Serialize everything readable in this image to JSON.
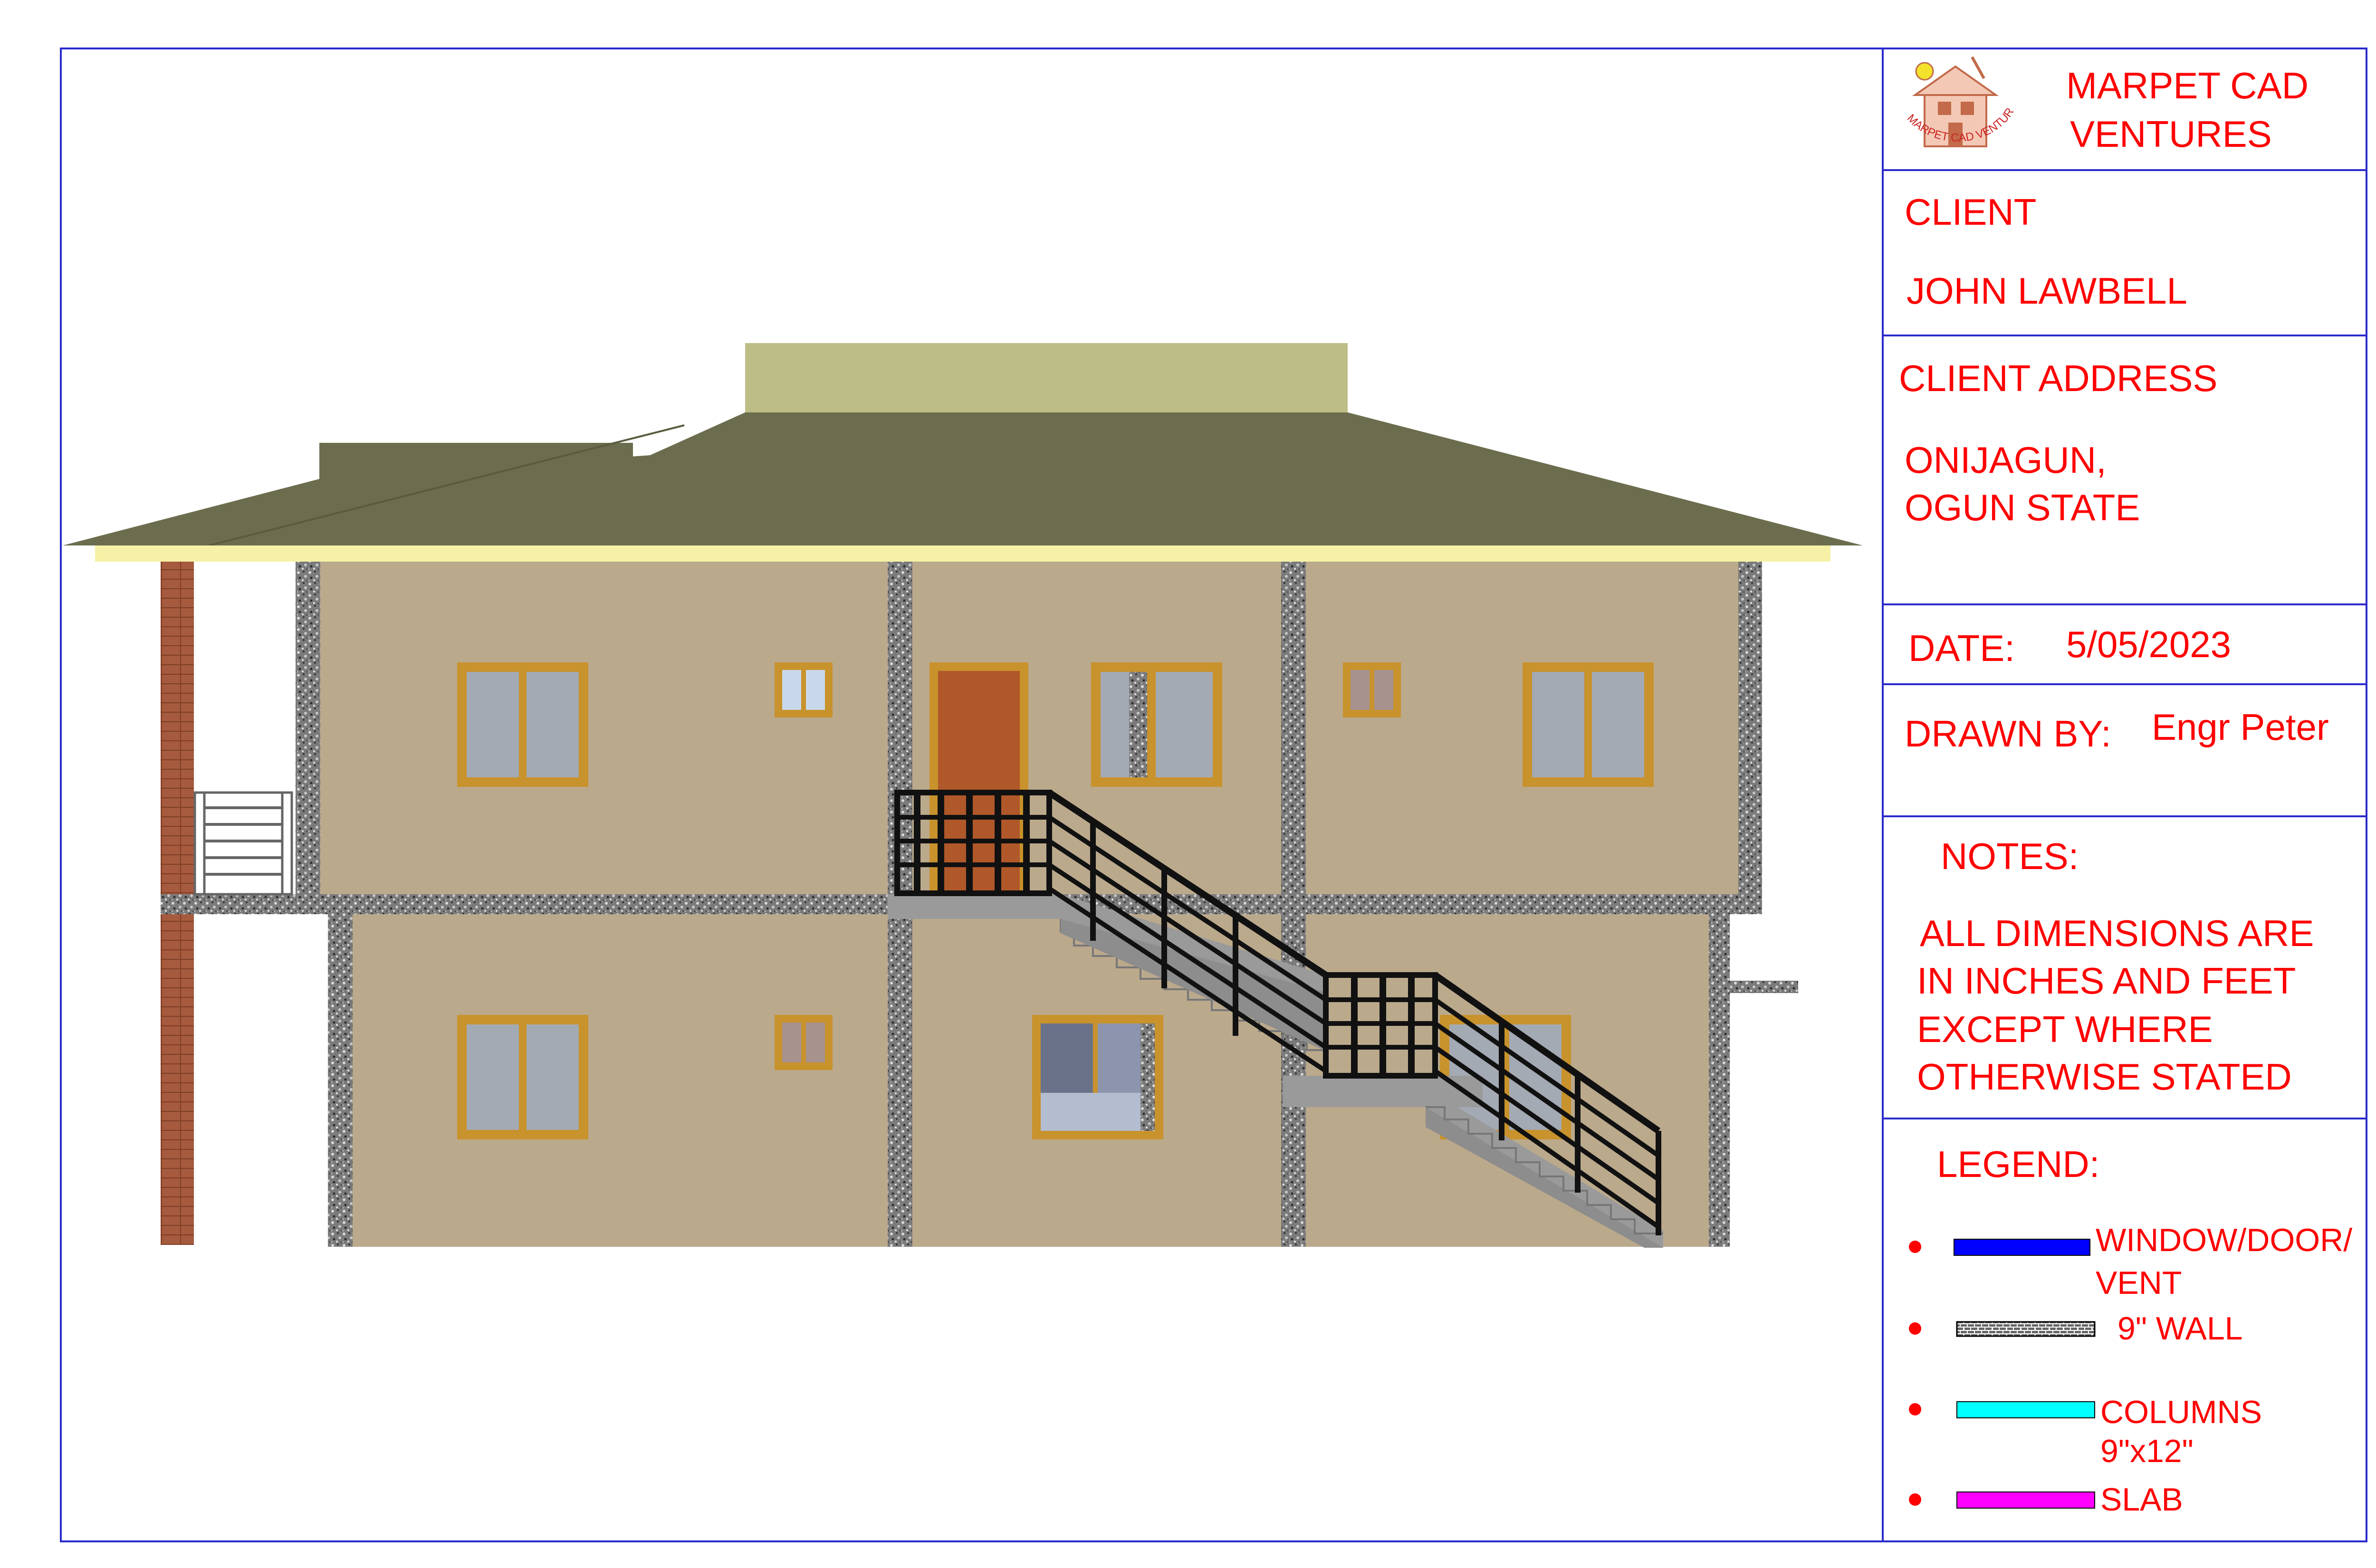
{
  "drawing": {
    "title_block": {
      "company": [
        "MARPET CAD",
        "VENTURES"
      ],
      "logo_text": "MARPET CAD VENTURES",
      "client_label": "CLIENT",
      "client_name": "JOHN LAWBELL",
      "address_label": "CLIENT ADDRESS",
      "address_lines": [
        "ONIJAGUN,",
        "OGUN STATE"
      ],
      "date_label": "DATE:",
      "date_value": "5/05/2023",
      "drawn_by_label": "DRAWN BY:",
      "drawn_by_value": "Engr Peter",
      "notes_label": "NOTES:",
      "notes_lines": [
        "ALL DIMENSIONS ARE",
        "IN INCHES AND FEET",
        "EXCEPT WHERE",
        "OTHERWISE STATED"
      ],
      "legend_label": "LEGEND:",
      "legend": [
        {
          "lines": [
            "WINDOW/DOOR/",
            "VENT"
          ],
          "swatch": "solid",
          "color": "#0000ff"
        },
        {
          "lines": [
            "9\" WALL"
          ],
          "swatch": "brick",
          "color": "#555555"
        },
        {
          "lines": [
            "COLUMNS",
            "9\"x12\""
          ],
          "swatch": "solid",
          "color": "#00ffff"
        },
        {
          "lines": [
            "SLAB"
          ],
          "swatch": "solid",
          "color": "#ff00ff"
        }
      ]
    },
    "colors": {
      "border": "#2a2acc",
      "text": "#ff0000",
      "wall": "#bba98c",
      "roof": "#6c6d4e",
      "roof_top": "#bdbd86",
      "fascia": "#f6f1a6",
      "window_frame": "#c8922c",
      "glass": "#a4aab3",
      "door": "#b0582a",
      "column": "#9a9a9a",
      "pipe": "#a65a3e",
      "railing": "#111111"
    }
  }
}
